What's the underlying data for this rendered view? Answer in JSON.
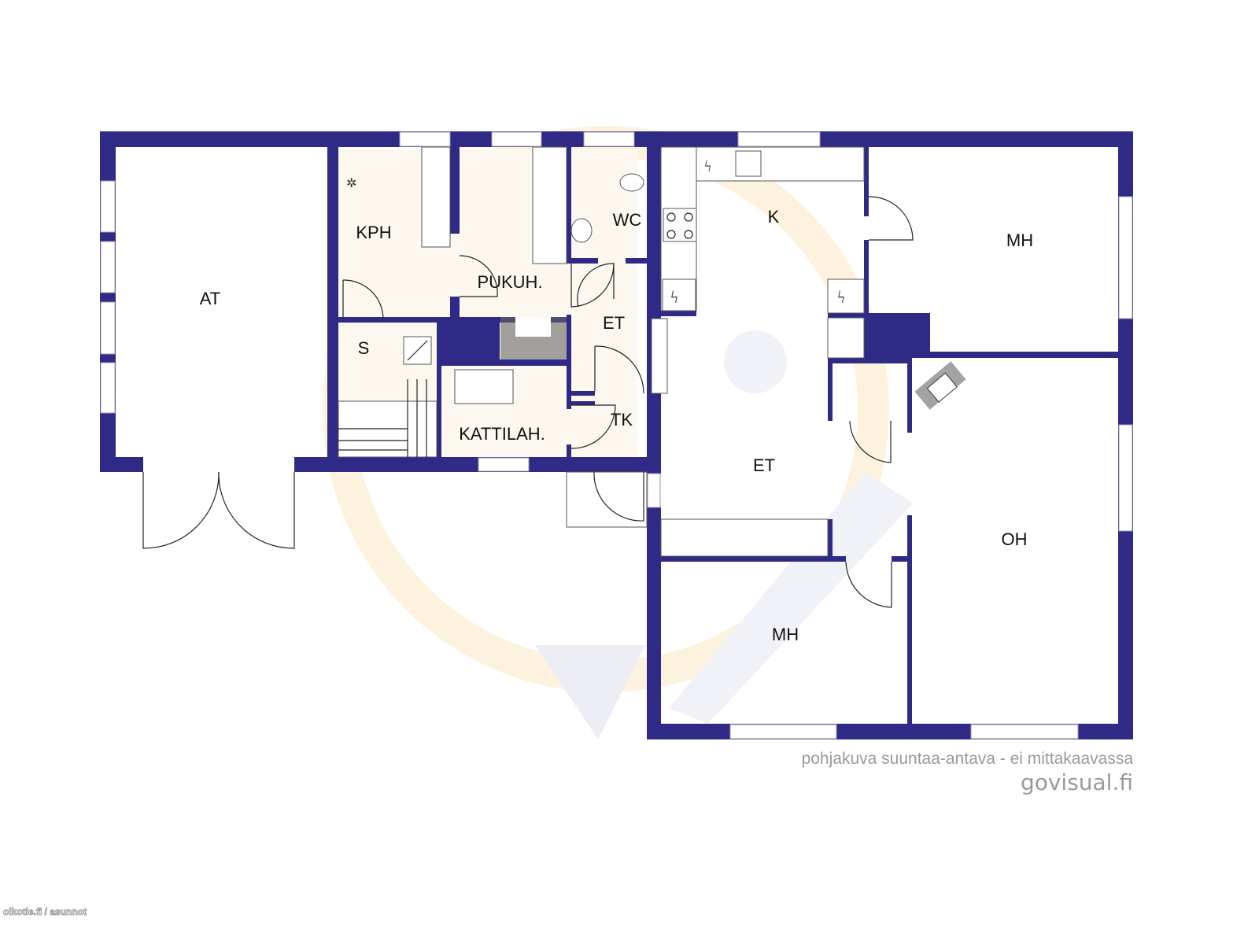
{
  "plan": {
    "rooms": {
      "at": "AT",
      "kph": "KPH",
      "pukuh": "PUKUH.",
      "wc": "WC",
      "k": "K",
      "mh1": "MH",
      "s": "S",
      "et1": "ET",
      "tk": "TK",
      "kattilah": "KATTILAH.",
      "et2": "ET",
      "oh": "OH",
      "mh2": "MH"
    },
    "colors": {
      "wall": "#2e2a86",
      "tint": "#fdf3e0"
    }
  },
  "footer": {
    "disclaimer": "pohjakuva suuntaa-antava - ei mittakaavassa",
    "brand": "govisual.fi",
    "source": "oikotie.fi / asunnot"
  }
}
